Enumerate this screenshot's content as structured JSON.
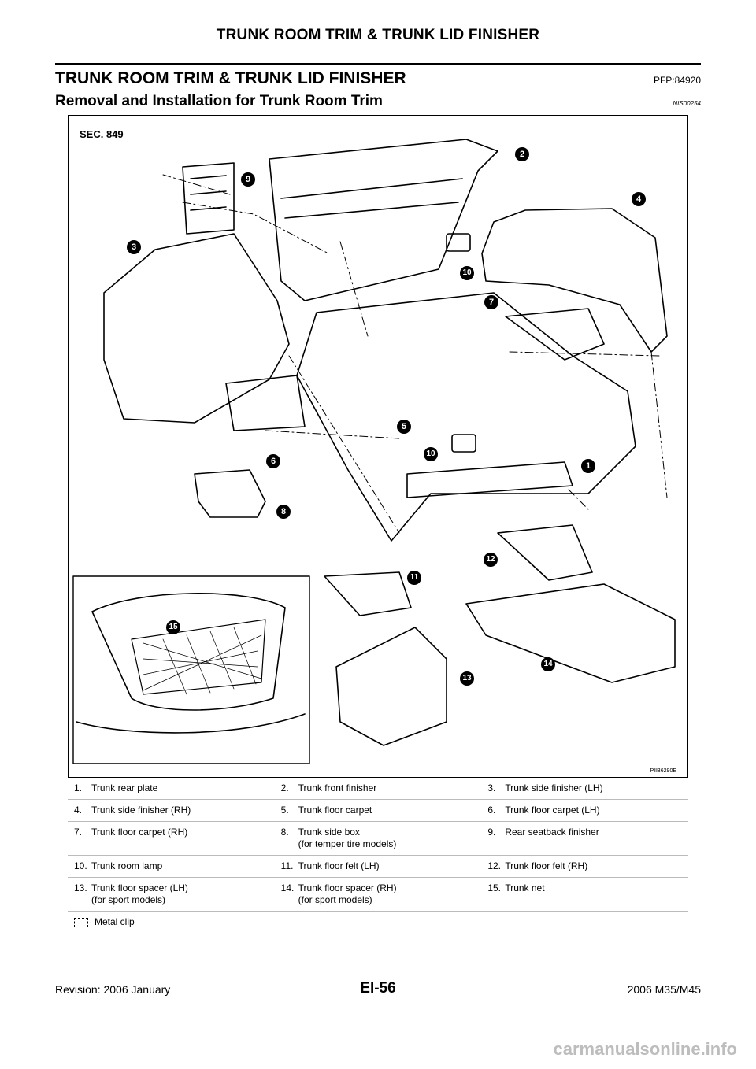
{
  "header": {
    "title": "TRUNK ROOM TRIM & TRUNK LID FINISHER"
  },
  "section": {
    "title": "TRUNK ROOM TRIM & TRUNK LID FINISHER",
    "code": "PFP:84920"
  },
  "subsection": {
    "title": "Removal and Installation for Trunk Room Trim",
    "code": "NIS00254"
  },
  "figure": {
    "sec_label": "SEC. 849",
    "image_code": "PIIB6290E",
    "callouts": [
      "1",
      "2",
      "3",
      "4",
      "5",
      "6",
      "7",
      "8",
      "9",
      "10",
      "10",
      "11",
      "12",
      "13",
      "14",
      "15"
    ]
  },
  "legend": {
    "rows": [
      [
        {
          "num": "1.",
          "text": "Trunk rear plate"
        },
        {
          "num": "2.",
          "text": "Trunk front finisher"
        },
        {
          "num": "3.",
          "text": "Trunk side finisher (LH)"
        }
      ],
      [
        {
          "num": "4.",
          "text": "Trunk side finisher (RH)"
        },
        {
          "num": "5.",
          "text": "Trunk floor carpet"
        },
        {
          "num": "6.",
          "text": "Trunk floor carpet (LH)"
        }
      ],
      [
        {
          "num": "7.",
          "text": "Trunk floor carpet (RH)"
        },
        {
          "num": "8.",
          "text": "Trunk side box",
          "text2": "(for temper tire models)"
        },
        {
          "num": "9.",
          "text": "Rear seatback finisher"
        }
      ],
      [
        {
          "num": "10.",
          "text": "Trunk room lamp"
        },
        {
          "num": "11.",
          "text": "Trunk floor felt (LH)"
        },
        {
          "num": "12.",
          "text": "Trunk floor felt (RH)"
        }
      ],
      [
        {
          "num": "13.",
          "text": "Trunk floor spacer (LH)",
          "text2": "(for sport models)"
        },
        {
          "num": "14.",
          "text": "Trunk floor spacer (RH)",
          "text2": "(for sport models)"
        },
        {
          "num": "15.",
          "text": "Trunk net"
        }
      ]
    ],
    "clip_label": "Metal clip"
  },
  "footer": {
    "left": "Revision: 2006 January",
    "center": "EI-56",
    "right": "2006 M35/M45"
  },
  "watermark": "carmanualsonline.info"
}
